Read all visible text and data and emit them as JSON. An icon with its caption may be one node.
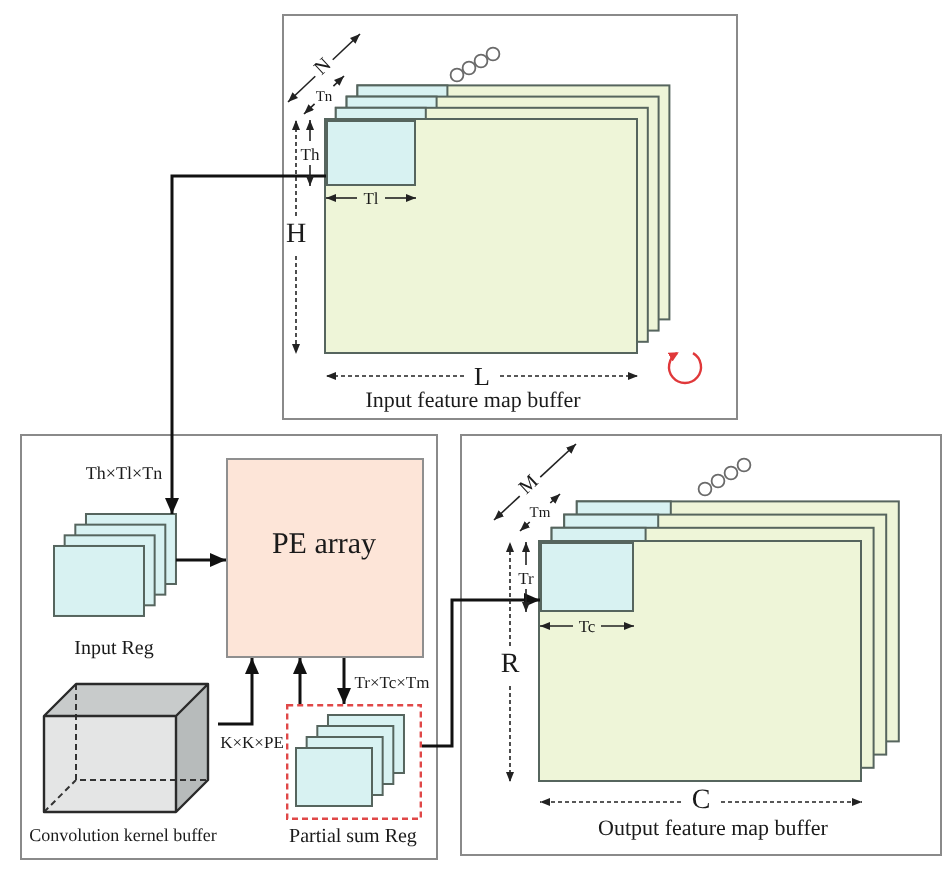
{
  "diagram": {
    "nodes": [
      {
        "text": [
          "Input feature map buffer"
        ]
      },
      {
        "text": [],
        "shape": "box",
        "in": 0
      },
      {
        "text": [],
        "shape": "box"
      },
      {
        "text": [
          "Input Reg"
        ],
        "in": 2
      },
      {
        "text": [
          "PE array"
        ],
        "in": 2
      },
      {
        "text": [
          "Convolution kernel buffer"
        ],
        "in": 2
      },
      {
        "text": [
          "Partial sum Reg"
        ],
        "in": 2
      },
      {
        "text": [
          "Output feature map buffer"
        ]
      },
      {
        "text": [],
        "shape": "box",
        "in": 7
      }
    ],
    "edges": [
      {
        "from": 1,
        "to": 3,
        "arrow": "to",
        "label": "Th×Tl×Tn"
      },
      {
        "from": 3,
        "to": 4,
        "arrow": "to"
      },
      {
        "from": 5,
        "to": 4,
        "arrow": "to",
        "label": "K×K×PE"
      },
      {
        "from": 6,
        "to": 4,
        "arrow": "to"
      },
      {
        "from": 4,
        "to": 6,
        "arrow": "to",
        "label": "Tr×Tc×Tm"
      },
      {
        "from": 6,
        "to": 8,
        "arrow": "to"
      }
    ],
    "labels": [
      "N",
      "Tn",
      "Th",
      "Tl",
      "H",
      "L",
      "M",
      "Tm",
      "Tr",
      "Tc",
      "R",
      "C"
    ]
  }
}
